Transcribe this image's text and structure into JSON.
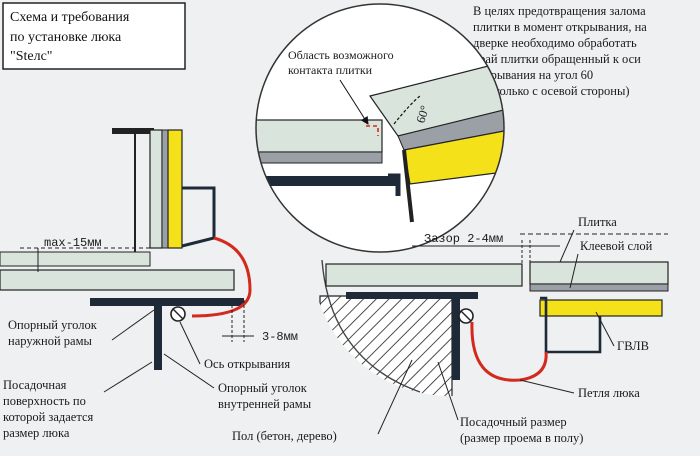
{
  "title": {
    "line1": "Схема и требования",
    "line2": "по установке люка",
    "line3": "\"Stелс\""
  },
  "note": {
    "line1": "В целях предотвращения залома",
    "line2": "плитки в момент открывания, на",
    "line3": "дверке необходимо обработать",
    "line4": "край плитки обращенный к оси",
    "line5": "открывания на угол 60",
    "line6": "(только с осевой стороны)"
  },
  "detail": {
    "contact_line1": "Область возможного",
    "contact_line2": "контакта плитки",
    "angle": "60°"
  },
  "dims": {
    "max": "max-15мм",
    "gap": "Зазор 2-4мм",
    "offset": "3-8мм"
  },
  "labels": {
    "outer_angle_1": "Опорный уголок",
    "outer_angle_2": "наружной рамы",
    "axis": "Ось открывания",
    "seat_1": "Посадочная",
    "seat_2": "поверхность по",
    "seat_3": "которой задается",
    "seat_4": "размер люка",
    "inner_angle_1": "Опорный уголок",
    "inner_angle_2": "внутренней рамы",
    "floor": "Пол (бетон, дерево)",
    "seat_size_1": "Посадочный размер",
    "seat_size_2": "(размер проема в полу)",
    "tile": "Плитка",
    "glue": "Клеевой слой",
    "gvlv": "ГВЛВ",
    "hinge": "Петля люка"
  },
  "colors": {
    "tile": "#d8e4dc",
    "glue": "#9aa0a6",
    "board": "#f4e11a",
    "steel": "#1e2a38",
    "hinge": "#d42a1e",
    "bg": "#eef0f1"
  }
}
